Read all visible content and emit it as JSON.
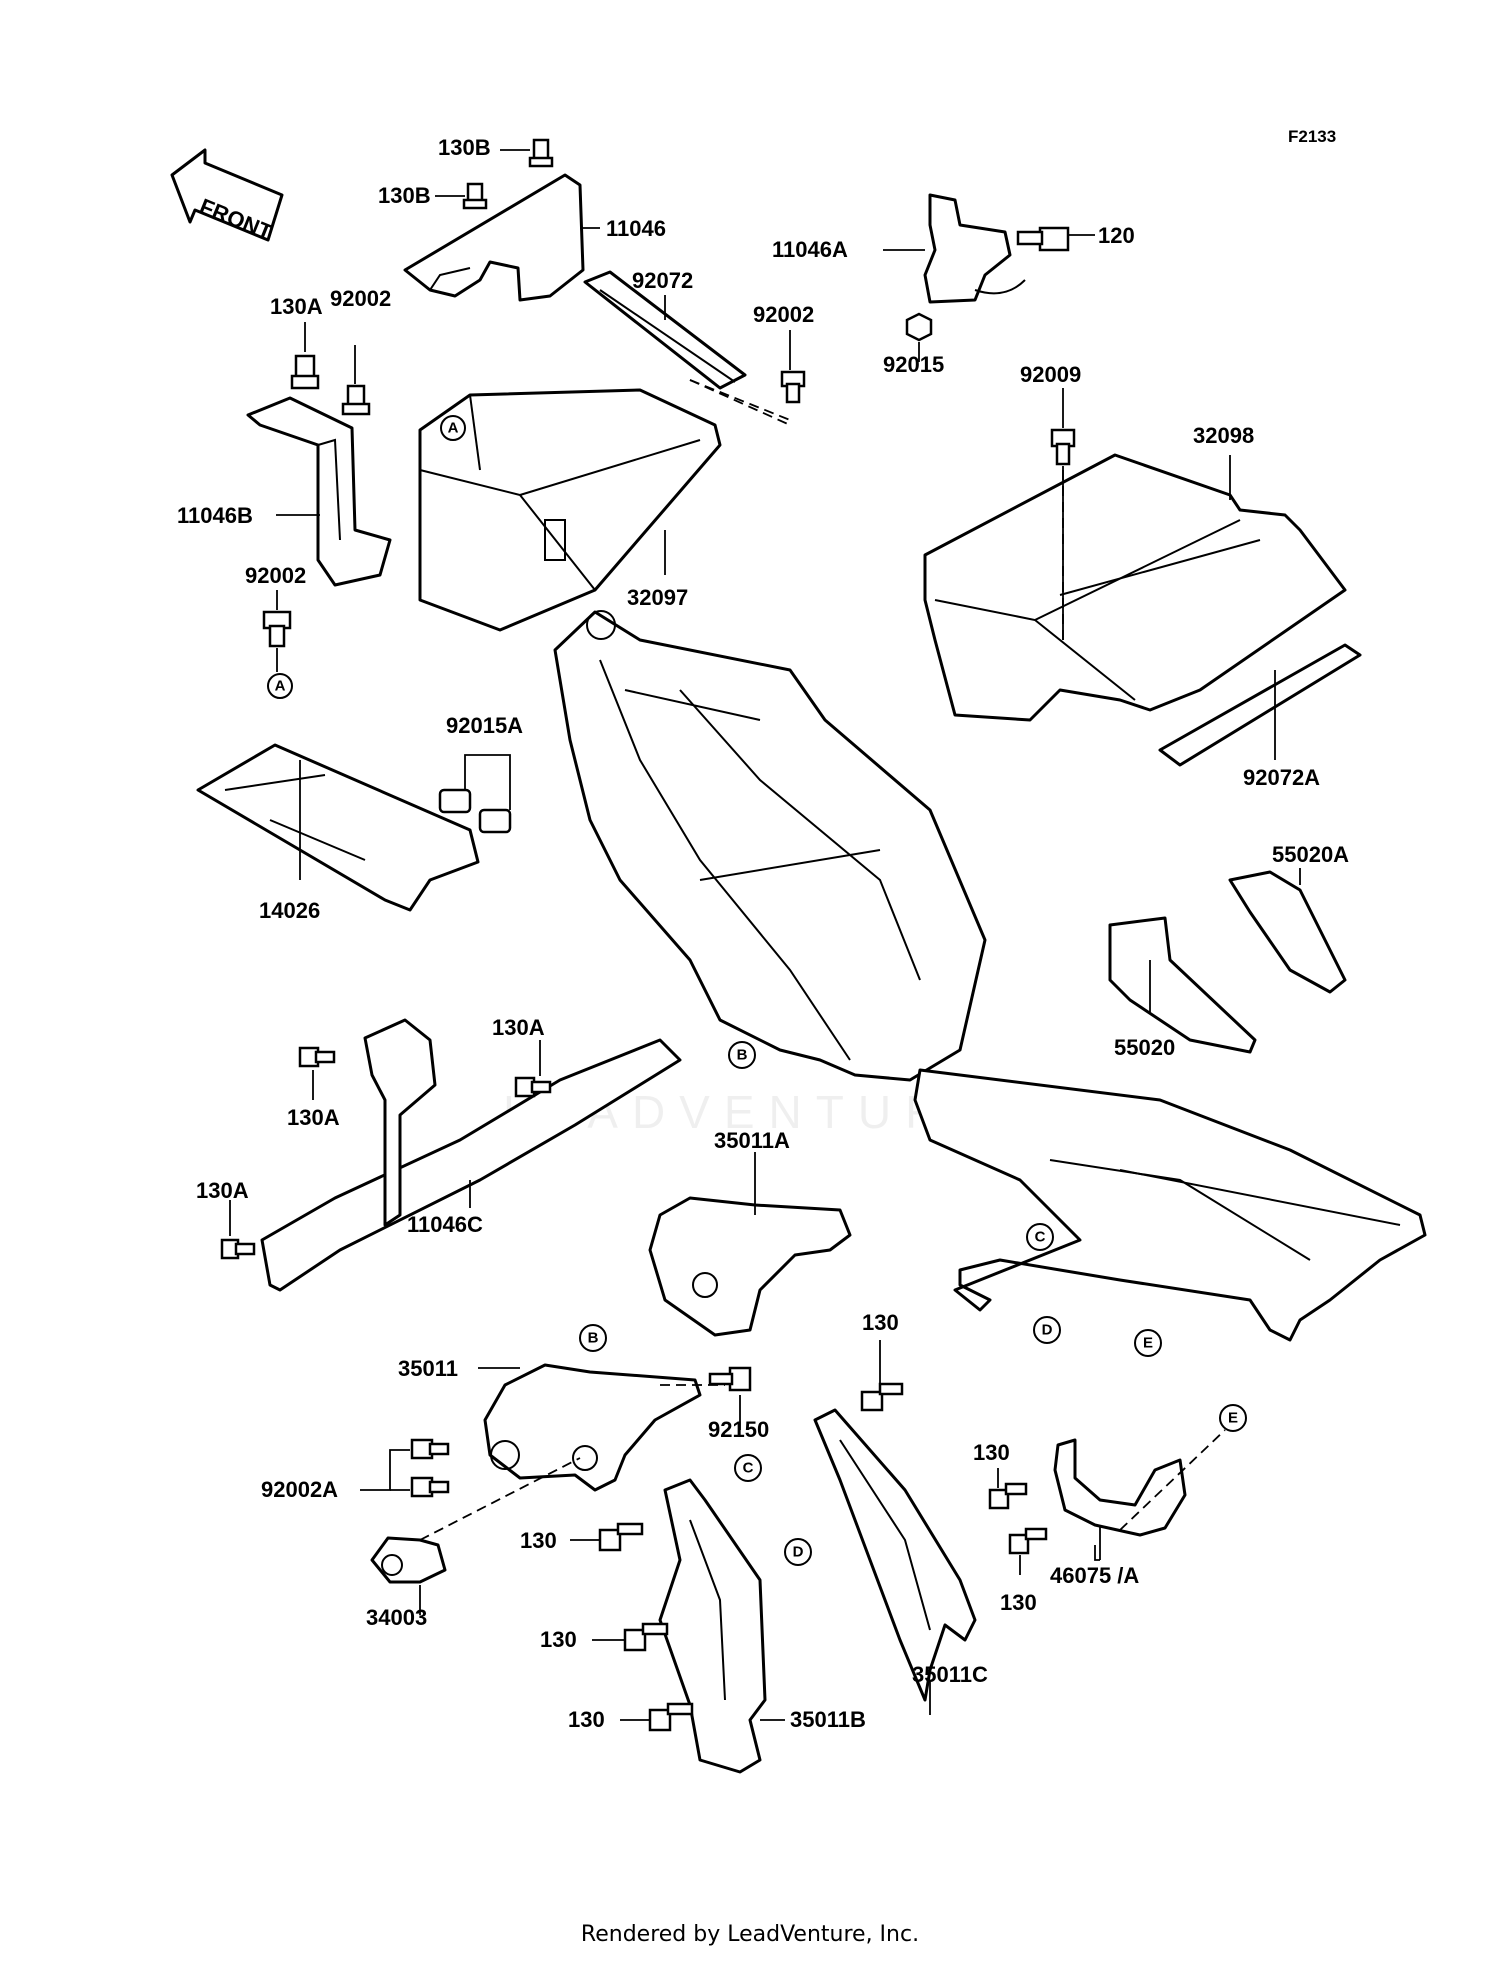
{
  "figure_code": "F2133",
  "front_arrow_label": "FRONT",
  "watermark": "LEADVENTURE",
  "footer": "Rendered by LeadVenture, Inc.",
  "refs": {
    "A": "A",
    "B": "B",
    "C": "C",
    "D": "D",
    "E": "E"
  },
  "parts": {
    "p130B_top": "130B",
    "p130B_side": "130B",
    "p11046": "11046",
    "p92072": "92072",
    "p92002_right": "92002",
    "p11046A": "11046A",
    "p120": "120",
    "p92015": "92015",
    "p130A_top": "130A",
    "p92002_left": "92002",
    "p11046B": "11046B",
    "p92002_lower": "92002",
    "p32097": "32097",
    "p92009": "92009",
    "p32098": "32098",
    "p92072A": "92072A",
    "p92015A": "92015A",
    "p14026": "14026",
    "p55020A": "55020A",
    "p55020": "55020",
    "p130A_mid": "130A",
    "p130A_left": "130A",
    "p130A_far": "130A",
    "p11046C": "11046C",
    "p35011A": "35011A",
    "p130_mid": "130",
    "p35011": "35011",
    "p92150": "92150",
    "p92002A": "92002A",
    "p34003": "34003",
    "p130_c": "130",
    "p130_d": "130",
    "p130_e": "130",
    "p35011B": "35011B",
    "p35011C": "35011C",
    "p130_r1": "130",
    "p130_r2": "130",
    "p46075A": "46075 /A"
  }
}
